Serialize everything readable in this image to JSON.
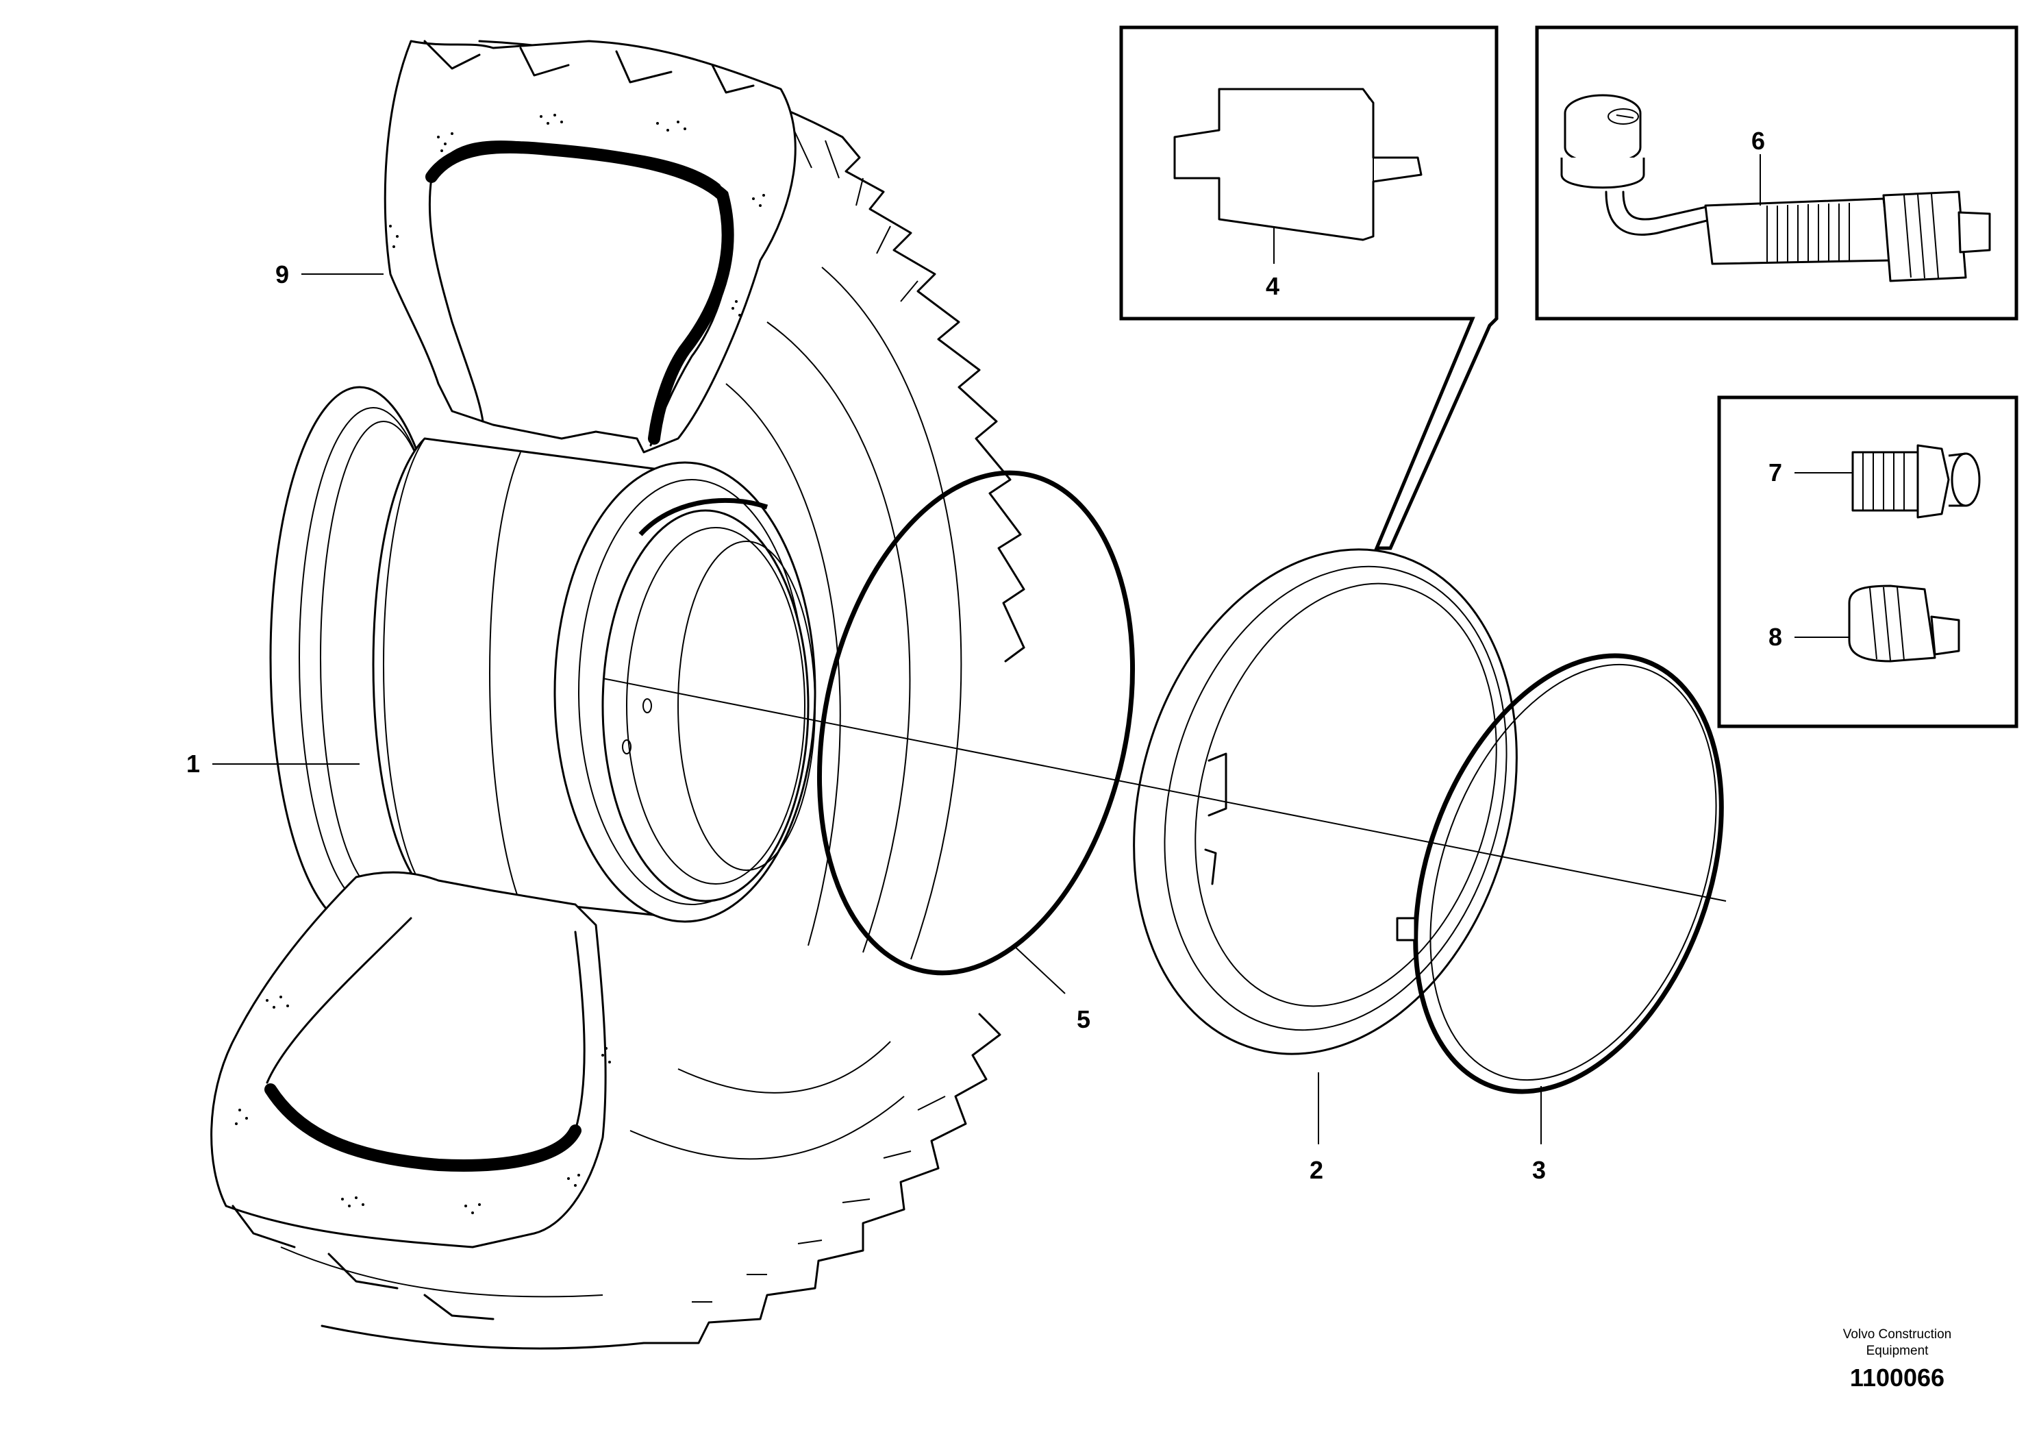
{
  "callouts": [
    {
      "id": "1",
      "text": "1"
    },
    {
      "id": "2",
      "text": "2"
    },
    {
      "id": "3",
      "text": "3"
    },
    {
      "id": "4",
      "text": "4"
    },
    {
      "id": "5",
      "text": "5"
    },
    {
      "id": "6",
      "text": "6"
    },
    {
      "id": "7",
      "text": "7"
    },
    {
      "id": "8",
      "text": "8"
    },
    {
      "id": "9",
      "text": "9"
    }
  ],
  "footer": {
    "brand": "Volvo Construction Equipment",
    "doc_number": "1100066"
  }
}
